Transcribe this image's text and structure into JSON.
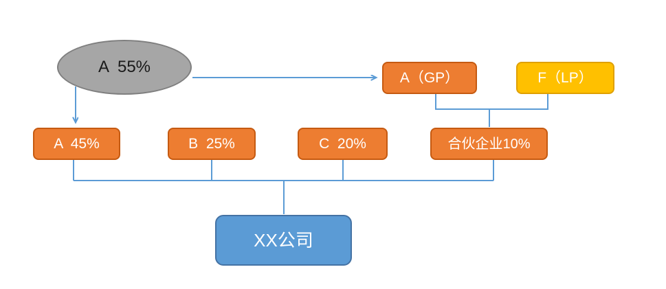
{
  "diagram": {
    "type": "equity-structure-flowchart",
    "nodes": {
      "shareholder_a": {
        "label": "A  55%",
        "shape": "ellipse",
        "fill": "#a6a6a6",
        "border": "#7f7f7f",
        "text_color": "#1a1a1a"
      },
      "gp": {
        "label": "A（GP）",
        "shape": "rounded-rect",
        "fill": "#ed7d31",
        "border": "#c55a11",
        "text_color": "#ffffff"
      },
      "lp": {
        "label": "F（LP）",
        "shape": "rounded-rect",
        "fill": "#ffc000",
        "border": "#dfa000",
        "text_color": "#ffffff"
      },
      "a45": {
        "label": "A  45%",
        "shape": "rounded-rect",
        "fill": "#ed7d31",
        "border": "#c55a11",
        "text_color": "#ffffff"
      },
      "b25": {
        "label": "B  25%",
        "shape": "rounded-rect",
        "fill": "#ed7d31",
        "border": "#c55a11",
        "text_color": "#ffffff"
      },
      "c20": {
        "label": "C  20%",
        "shape": "rounded-rect",
        "fill": "#ed7d31",
        "border": "#c55a11",
        "text_color": "#ffffff"
      },
      "partnership": {
        "label": "合伙企业10%",
        "shape": "rounded-rect",
        "fill": "#ed7d31",
        "border": "#c55a11",
        "text_color": "#ffffff"
      },
      "company": {
        "label": "XX公司",
        "shape": "rounded-rect",
        "fill": "#5b9bd5",
        "border": "#4472a4",
        "text_color": "#ffffff"
      }
    },
    "edges": [
      {
        "from": "shareholder_a",
        "to": "a45",
        "style": "arrow-down"
      },
      {
        "from": "shareholder_a",
        "to": "gp",
        "style": "arrow-right"
      },
      {
        "from": "gp",
        "to": "partnership",
        "style": "elbow"
      },
      {
        "from": "lp",
        "to": "partnership",
        "style": "elbow"
      },
      {
        "from": "a45",
        "to": "company",
        "style": "bus"
      },
      {
        "from": "b25",
        "to": "company",
        "style": "bus"
      },
      {
        "from": "c20",
        "to": "company",
        "style": "bus"
      },
      {
        "from": "partnership",
        "to": "company",
        "style": "bus"
      }
    ],
    "connector_color": "#5b9bd5"
  }
}
